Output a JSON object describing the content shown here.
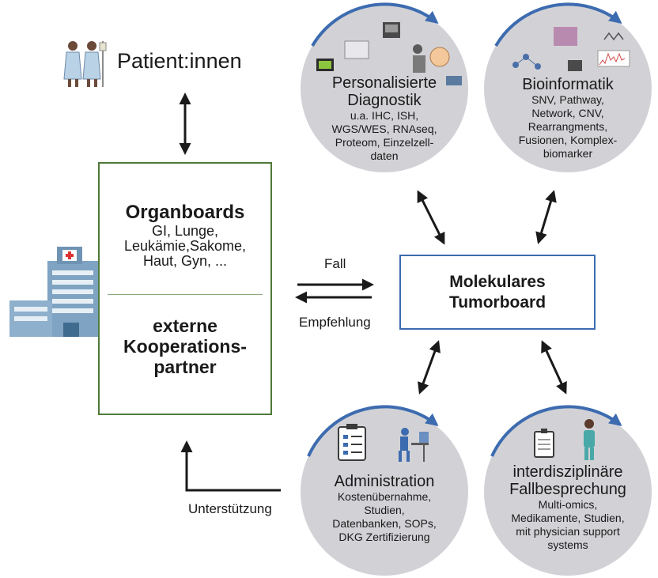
{
  "patients": {
    "label": "Patient:innen"
  },
  "organboards": {
    "title": "Organboards",
    "lines": [
      "GI, Lunge,",
      "Leukämie,Sakome,",
      "Haut, Gyn, ..."
    ]
  },
  "external": {
    "lines": [
      "externe",
      "Kooperations-",
      "partner"
    ]
  },
  "tumorboard": {
    "lines": [
      "Molekulares",
      "Tumorboard"
    ]
  },
  "flow": {
    "case_label": "Fall",
    "recommendation_label": "Empfehlung",
    "support_label": "Unterstützung"
  },
  "diagnostics": {
    "title_lines": [
      "Personalisierte",
      "Diagnostik"
    ],
    "lines": [
      "u.a. IHC, ISH,",
      "WGS/WES, RNAseq,",
      "Proteom, Einzelzell-",
      "daten"
    ]
  },
  "bioinformatics": {
    "title": "Bioinformatik",
    "lines": [
      "SNV, Pathway,",
      "Network, CNV,",
      "Rearrangments,",
      "Fusionen, Komplex-",
      "biomarker"
    ]
  },
  "administration": {
    "title": "Administration",
    "lines": [
      "Kostenübernahme,",
      "Studien,",
      "Datenbanken, SOPs,",
      "DKG Zertifizierung"
    ]
  },
  "case_discussion": {
    "title_lines": [
      "interdisziplinäre",
      "Fallbesprechung"
    ],
    "lines": [
      "Multi-omics,",
      "Medikamente, Studien,",
      "mit physician support",
      "systems"
    ]
  },
  "colors": {
    "circle_fill": "#d2d2d6",
    "circle_ring": "#3d6bb0",
    "org_border": "#4f7a3a",
    "arrow": "#1a1a1a"
  }
}
